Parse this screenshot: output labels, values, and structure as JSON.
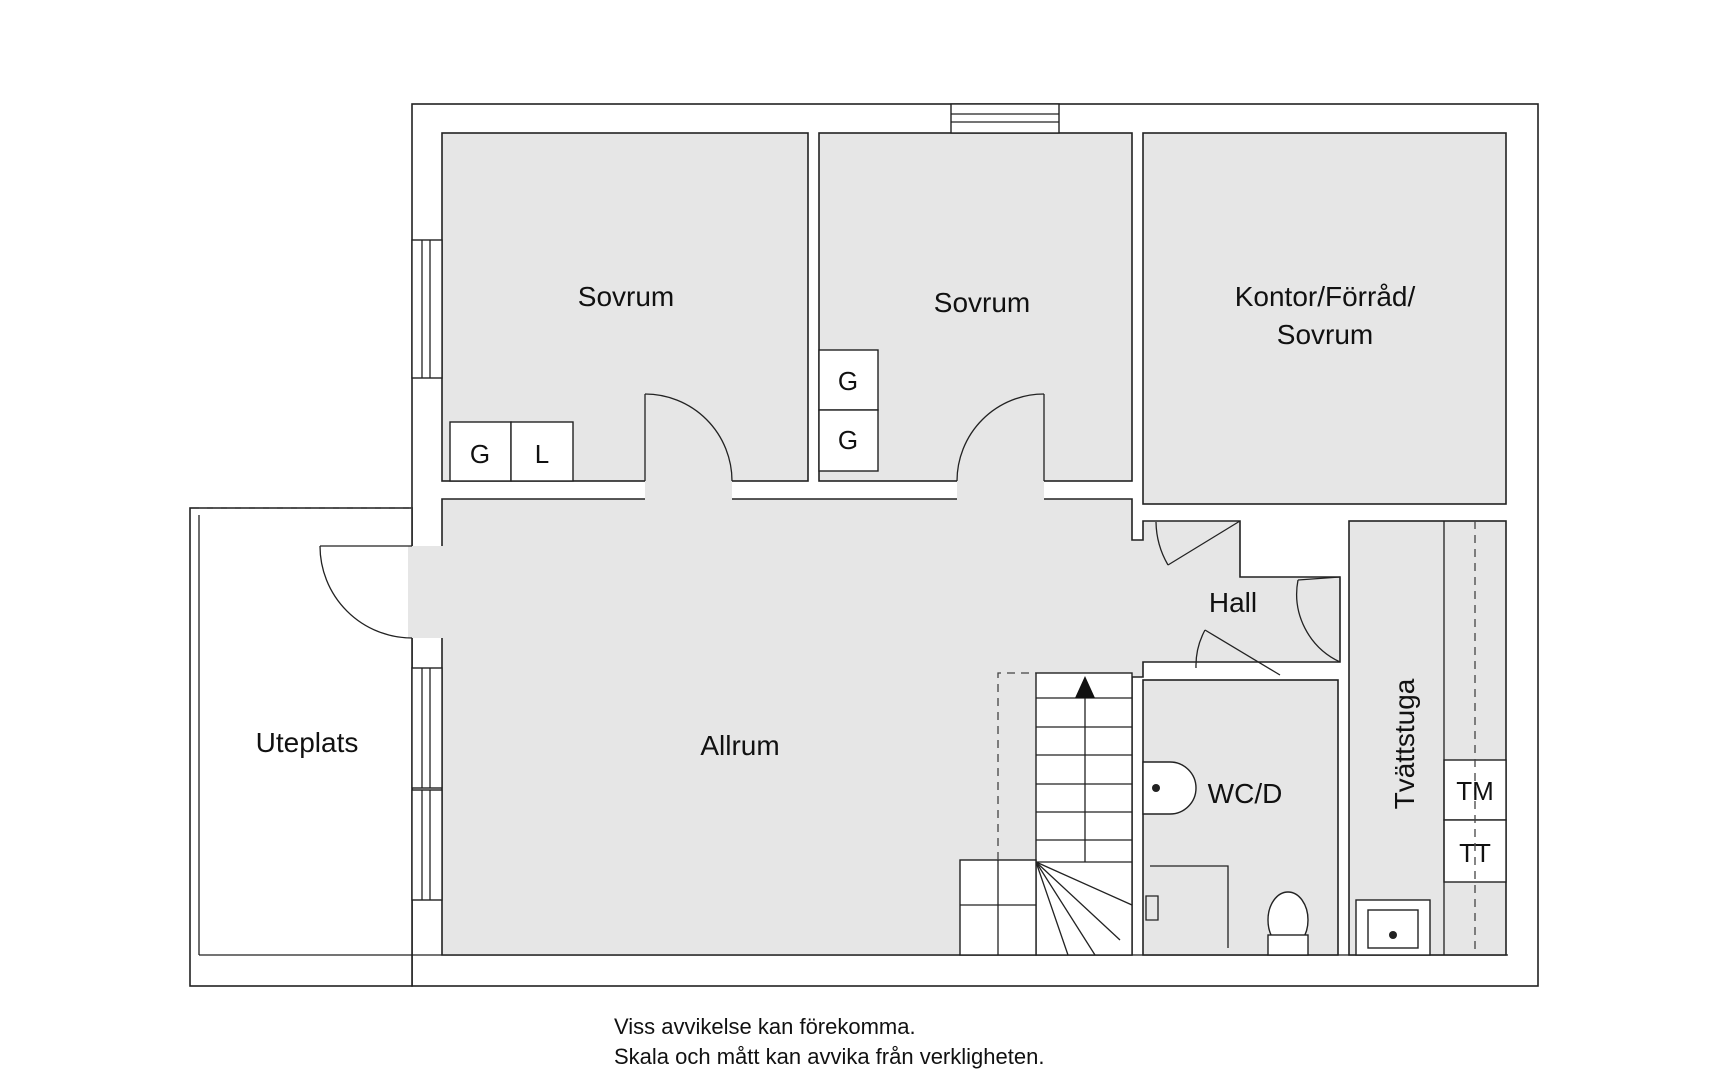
{
  "rooms": {
    "sovrum_1": "Sovrum",
    "sovrum_2": "Sovrum",
    "kontor_line1": "Kontor/Förråd/",
    "kontor_line2": "Sovrum",
    "hall": "Hall",
    "allrum": "Allrum",
    "uteplats": "Uteplats",
    "wc": "WC/D",
    "tvattstuga": "Tvättstuga"
  },
  "fixtures": {
    "wardrobe_g1": "G",
    "linen_l": "L",
    "wardrobe_g2": "G",
    "wardrobe_g3": "G",
    "washer": "TM",
    "dryer": "TT"
  },
  "disclaimer": {
    "line1": "Viss avvikelse kan förekomma.",
    "line2": "Skala och mått kan avvika från verkligheten."
  },
  "colors": {
    "room_fill": "#e6e6e6",
    "wall_stroke": "#222222",
    "background": "#ffffff"
  }
}
